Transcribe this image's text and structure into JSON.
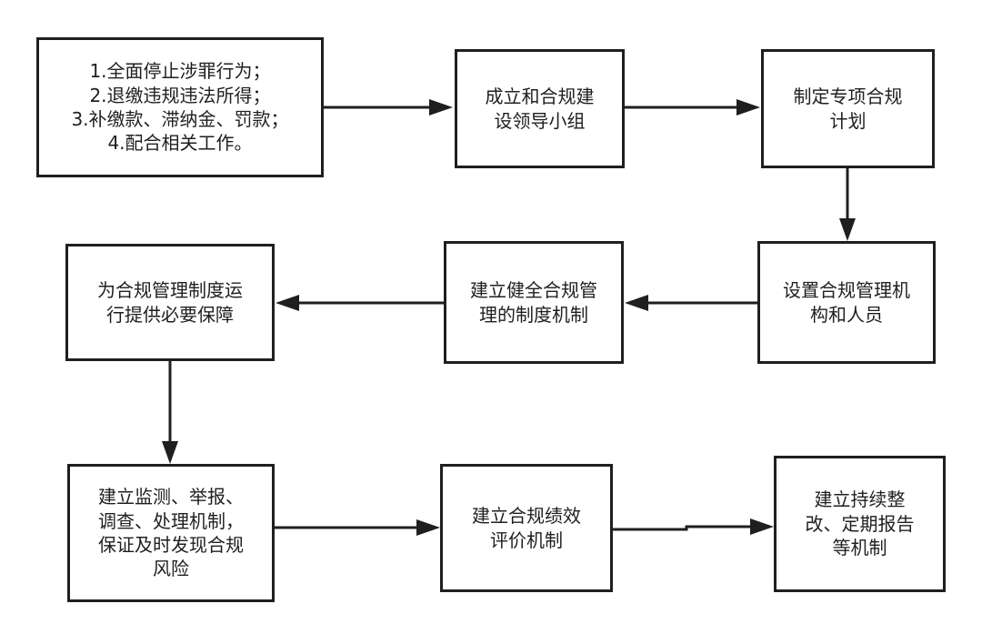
{
  "diagram": {
    "nodes": [
      {
        "id": "n1",
        "lines": [
          "1.全面停止涉罪行为；",
          "2.退缴违规违法所得；",
          "3.补缴款、滞纳金、罚款；",
          "4.配合相关工作。"
        ]
      },
      {
        "id": "n2",
        "lines": [
          "成立和合规建",
          "设领导小组"
        ]
      },
      {
        "id": "n3",
        "lines": [
          "制定专项合规",
          "计划"
        ]
      },
      {
        "id": "n4",
        "lines": [
          "设置合规管理机",
          "构和人员"
        ]
      },
      {
        "id": "n5",
        "lines": [
          "建立健全合规管",
          "理的制度机制"
        ]
      },
      {
        "id": "n6",
        "lines": [
          "为合规管理制度运",
          "行提供必要保障"
        ]
      },
      {
        "id": "n7",
        "lines": [
          "建立监测、举报、",
          "调查、处理机制，",
          "保证及时发现合规",
          "风险"
        ]
      },
      {
        "id": "n8",
        "lines": [
          "建立合规绩效",
          "评价机制"
        ]
      },
      {
        "id": "n9",
        "lines": [
          "建立持续整",
          "改、定期报告",
          "等机制"
        ]
      }
    ],
    "edges": [
      {
        "from": "n1",
        "to": "n2"
      },
      {
        "from": "n2",
        "to": "n3"
      },
      {
        "from": "n3",
        "to": "n4"
      },
      {
        "from": "n4",
        "to": "n5"
      },
      {
        "from": "n5",
        "to": "n6"
      },
      {
        "from": "n6",
        "to": "n7"
      },
      {
        "from": "n7",
        "to": "n8"
      },
      {
        "from": "n8",
        "to": "n9"
      }
    ]
  }
}
